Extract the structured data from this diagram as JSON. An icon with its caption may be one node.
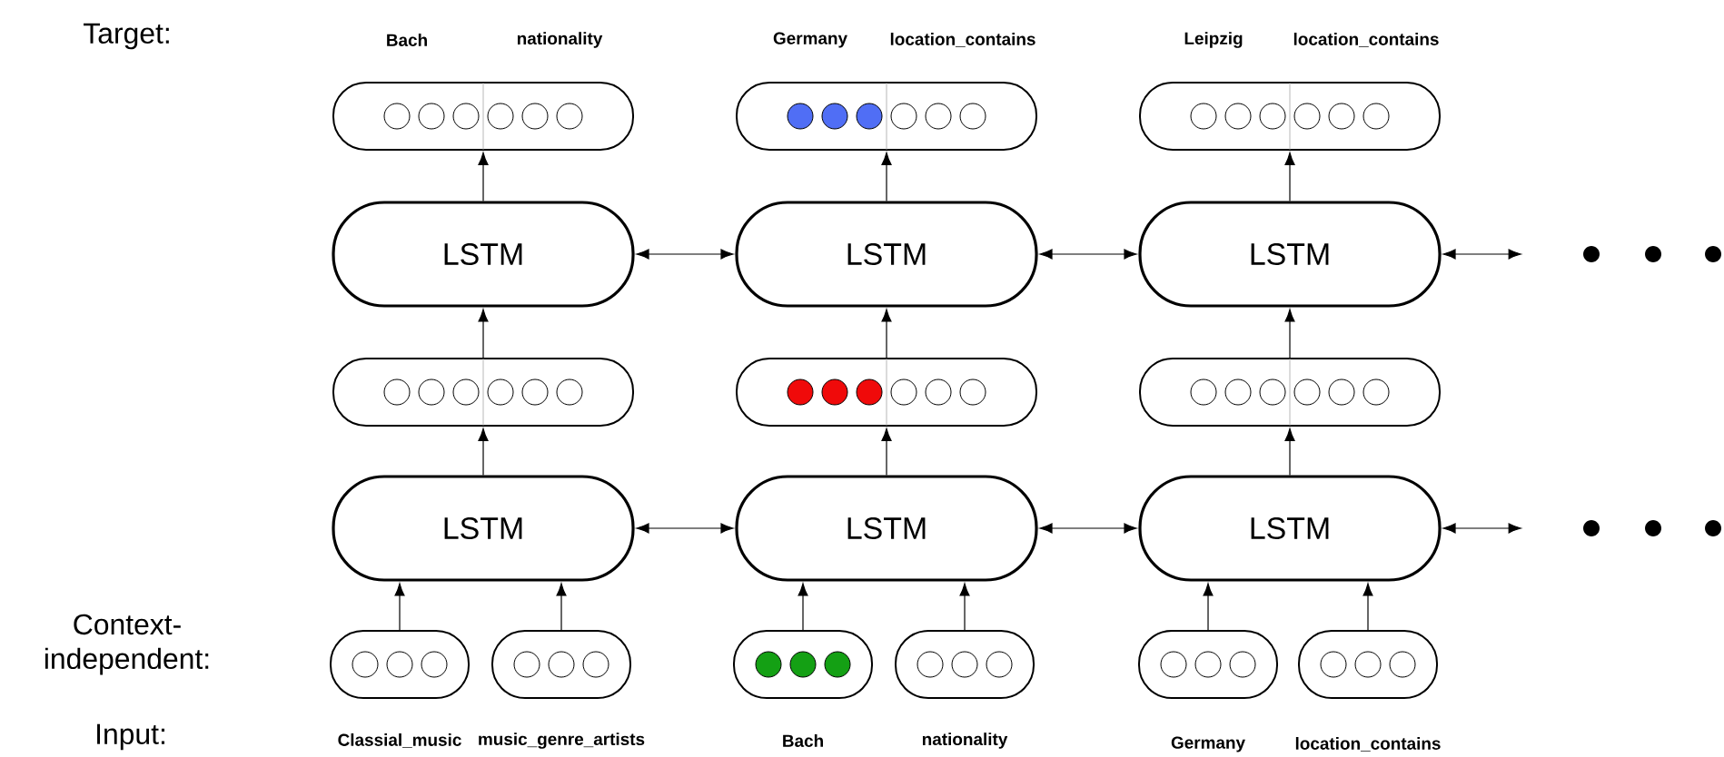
{
  "diagram": {
    "nodes": [
      {
        "text": [
          "Bach",
          "nationality"
        ]
      },
      {
        "text": [
          "Germany",
          "location_contains"
        ]
      },
      {
        "text": [
          "Leipzig",
          "location_contains"
        ]
      },
      {
        "text": [
          "LSTM"
        ]
      },
      {
        "text": [
          "LSTM"
        ]
      },
      {
        "text": [
          "LSTM"
        ]
      },
      {
        "text": [],
        "shape": "box"
      },
      {
        "text": [],
        "shape": "box"
      },
      {
        "text": [],
        "shape": "box"
      },
      {
        "text": [
          "LSTM"
        ]
      },
      {
        "text": [
          "LSTM"
        ]
      },
      {
        "text": [
          "LSTM"
        ]
      },
      {
        "text": [
          "Classial_music"
        ]
      },
      {
        "text": [
          "music_genre_artists"
        ]
      },
      {
        "text": [
          "Bach"
        ]
      },
      {
        "text": [
          "nationality"
        ]
      },
      {
        "text": [
          "Germany"
        ]
      },
      {
        "text": [
          "location_contains"
        ]
      }
    ],
    "edges": [
      {
        "from": 3,
        "to": 0,
        "arrow": "to"
      },
      {
        "from": 4,
        "to": 1,
        "arrow": "to"
      },
      {
        "from": 5,
        "to": 2,
        "arrow": "to"
      },
      {
        "from": 3,
        "to": 4,
        "arrow": "both"
      },
      {
        "from": 4,
        "to": 5,
        "arrow": "both"
      },
      {
        "from": 5,
        "to": null,
        "arrow": "both"
      },
      {
        "from": 6,
        "to": 3,
        "arrow": "to"
      },
      {
        "from": 7,
        "to": 4,
        "arrow": "to"
      },
      {
        "from": 8,
        "to": 5,
        "arrow": "to"
      },
      {
        "from": 9,
        "to": 6,
        "arrow": "to"
      },
      {
        "from": 10,
        "to": 7,
        "arrow": "to"
      },
      {
        "from": 11,
        "to": 8,
        "arrow": "to"
      },
      {
        "from": 9,
        "to": 10,
        "arrow": "both"
      },
      {
        "from": 10,
        "to": 11,
        "arrow": "both"
      },
      {
        "from": 11,
        "to": null,
        "arrow": "both"
      },
      {
        "from": 12,
        "to": 9,
        "arrow": "to"
      },
      {
        "from": 13,
        "to": 9,
        "arrow": "to"
      },
      {
        "from": 14,
        "to": 10,
        "arrow": "to"
      },
      {
        "from": 15,
        "to": 10,
        "arrow": "to"
      },
      {
        "from": 16,
        "to": 11,
        "arrow": "to"
      },
      {
        "from": 17,
        "to": 11,
        "arrow": "to"
      }
    ],
    "labels": [
      "Target:",
      "Context- independent:",
      "Input:"
    ]
  }
}
